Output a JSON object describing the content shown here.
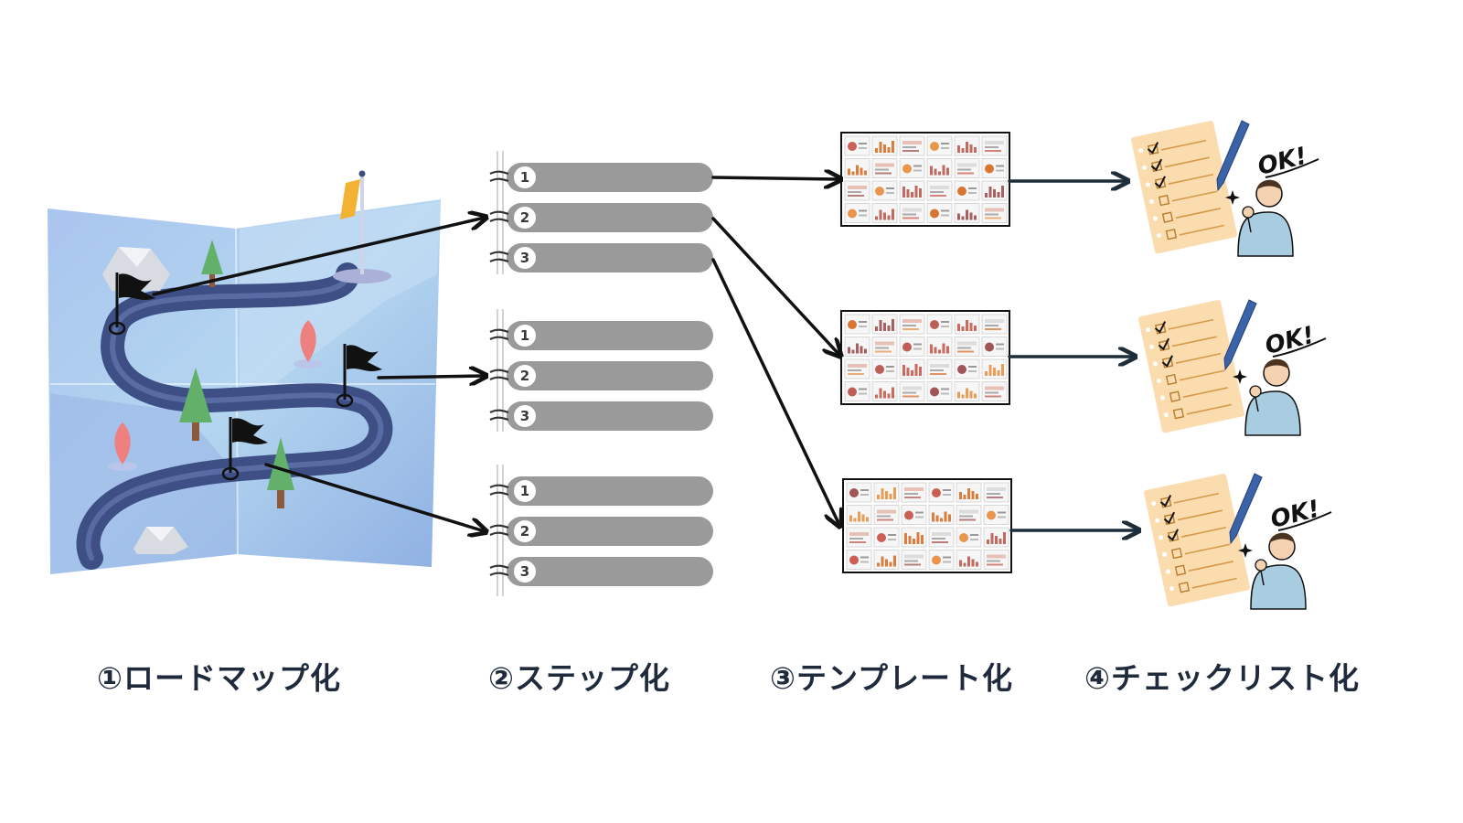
{
  "stages": [
    {
      "label": "①ロードマップ化"
    },
    {
      "label": "②ステップ化"
    },
    {
      "label": "③テンプレート化"
    },
    {
      "label": "④チェックリスト化"
    }
  ],
  "step_numbers": [
    "1",
    "2",
    "3"
  ],
  "checklist_exclamation": "OK!",
  "colors": {
    "map_water": "#9fbde8",
    "road": "#3d4f84",
    "step_bar": "#9a9a9a",
    "arrow": "#111111",
    "checklist_paper": "#fbdcae",
    "pen": "#3b63a8",
    "caption_text": "#1f2a3c"
  }
}
